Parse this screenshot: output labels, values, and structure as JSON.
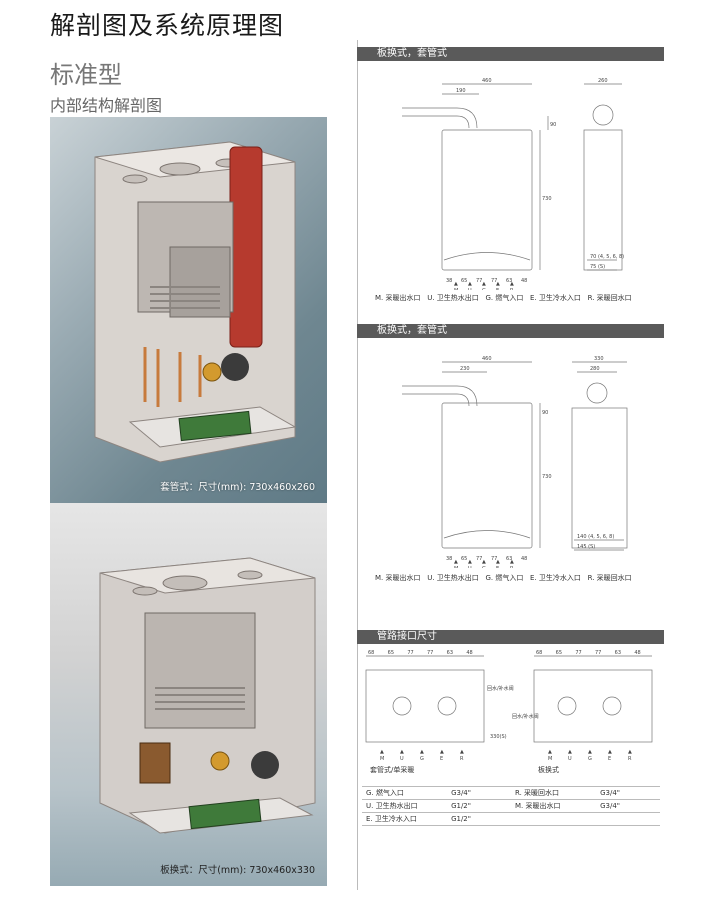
{
  "header": {
    "title": "解剖图及系统原理图",
    "subtitle": "标准型",
    "subsub": "内部结构解剖图"
  },
  "photos": [
    {
      "caption": "套管式：尺寸(mm): 730x460x260"
    },
    {
      "caption": "板换式：尺寸(mm): 730x460x330"
    }
  ],
  "sections": [
    {
      "title": "板换式，套管式"
    },
    {
      "title": "板换式，套管式"
    },
    {
      "title": "管路接口尺寸"
    }
  ],
  "dims1": {
    "w": "460",
    "d": "260",
    "h": "730",
    "left": "190",
    "top": "90",
    "rd": "70 (4, 5, 6, 8)",
    "rd2": "75 (S)"
  },
  "dims2": {
    "w": "460",
    "d": "330",
    "h": "730",
    "left": "230",
    "top": "90",
    "rd": "140 (4, 5, 6, 8)",
    "rd2": "145 (S)",
    "rd3": "280"
  },
  "bottom_spacings": [
    "38",
    "65",
    "77",
    "77",
    "63",
    "48"
  ],
  "ports": [
    "M",
    "U",
    "G",
    "E",
    "R"
  ],
  "legend1": [
    "M. 采暖出水口",
    "U. 卫生热水出口",
    "G. 燃气入口",
    "E. 卫生冷水入口",
    "R. 采暖回水口"
  ],
  "legend2": [
    "M. 采暖出水口",
    "U. 卫生热水出口",
    "G. 燃气入口",
    "E. 卫生冷水入口",
    "R. 采暖回水口"
  ],
  "pipe": {
    "top_spacings": [
      "68",
      "65",
      "77",
      "77",
      "63",
      "48"
    ],
    "label_left": "套管式/单采暖",
    "label_right": "板换式",
    "side_a": "回水/补水阀",
    "side_b": "回水/补水阀",
    "vert": "330(S)"
  },
  "spec_rows": [
    {
      "a": "G. 燃气入口",
      "b": "G3/4\"",
      "c": "R. 采暖回水口",
      "d": "G3/4\""
    },
    {
      "a": "U. 卫生热水出口",
      "b": "G1/2\"",
      "c": "M. 采暖出水口",
      "d": "G3/4\""
    },
    {
      "a": "E. 卫生冷水入口",
      "b": "G1/2\"",
      "c": "",
      "d": ""
    }
  ]
}
